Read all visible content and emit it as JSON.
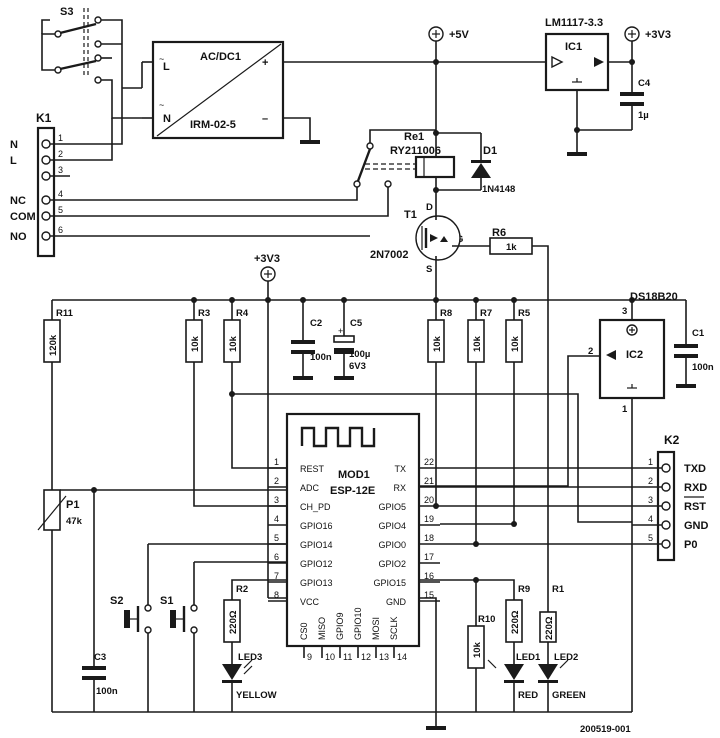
{
  "supply": {
    "s3": "S3",
    "ac_dc_title": "AC/DC1",
    "ac_dc_part": "IRM-02-5",
    "ac_l": "L",
    "ac_n": "N",
    "plus": "+",
    "minus": "–",
    "rail_5v": "+5V",
    "rail_3v3": "+3V3",
    "ic1_part": "LM1117-3.3",
    "ic1_ref": "IC1",
    "c4_ref": "C4",
    "c4_val": "1µ"
  },
  "k1": {
    "ref": "K1",
    "labels": [
      "N",
      "L",
      "",
      "NC",
      "COM",
      "NO"
    ],
    "pins": [
      "1",
      "2",
      "3",
      "4",
      "5",
      "6"
    ]
  },
  "relay": {
    "re1_ref": "Re1",
    "re1_part": "RY211006",
    "d1_ref": "D1",
    "d1_part": "1N4148",
    "t1_ref": "T1",
    "t1_part": "2N7002",
    "pin_d": "D",
    "pin_g": "G",
    "pin_s": "S",
    "r6_ref": "R6",
    "r6_val": "1k"
  },
  "logic": {
    "rail_3v3": "+3V3",
    "r11_ref": "R11",
    "r11_val": "120k",
    "r3_ref": "R3",
    "r3_val": "10k",
    "r4_ref": "R4",
    "r4_val": "10k",
    "c2_ref": "C2",
    "c2_val": "100n",
    "c5_ref": "C5",
    "c5_val1": "100µ",
    "c5_val2": "6V3",
    "r8_ref": "R8",
    "r8_val": "10k",
    "r7_ref": "R7",
    "r7_val": "10k",
    "r5_ref": "R5",
    "r5_val": "10k",
    "ic2_part": "DS18B20",
    "ic2_ref": "IC2",
    "ic2_pin1": "1",
    "ic2_pin2": "2",
    "ic2_pin3": "3",
    "c1_ref": "C1",
    "c1_val": "100n",
    "p1_ref": "P1",
    "p1_val": "47k",
    "s1_ref": "S1",
    "s2_ref": "S2",
    "c3_ref": "C3",
    "c3_val": "100n",
    "r2_ref": "R2",
    "r2_val": "220Ω",
    "led3_ref": "LED3",
    "led3_color": "YELLOW",
    "r10_ref": "R10",
    "r10_val": "10k",
    "r9_ref": "R9",
    "r9_val": "220Ω",
    "r1_ref": "R1",
    "r1_val": "220Ω",
    "led1_ref": "LED1",
    "led1_color": "RED",
    "led2_ref": "LED2",
    "led2_color": "GREEN"
  },
  "mod1": {
    "ref": "MOD1",
    "part": "ESP-12E",
    "left_pins": [
      {
        "num": "1",
        "name": "REST"
      },
      {
        "num": "2",
        "name": "ADC"
      },
      {
        "num": "3",
        "name": "CH_PD"
      },
      {
        "num": "4",
        "name": "GPIO16"
      },
      {
        "num": "5",
        "name": "GPIO14"
      },
      {
        "num": "6",
        "name": "GPIO12"
      },
      {
        "num": "7",
        "name": "GPIO13"
      },
      {
        "num": "8",
        "name": "VCC"
      }
    ],
    "right_pins": [
      {
        "num": "22",
        "name": "TX"
      },
      {
        "num": "21",
        "name": "RX"
      },
      {
        "num": "20",
        "name": "GPIO5"
      },
      {
        "num": "19",
        "name": "GPIO4"
      },
      {
        "num": "18",
        "name": "GPIO0"
      },
      {
        "num": "17",
        "name": "GPIO2"
      },
      {
        "num": "16",
        "name": "GPIO15"
      },
      {
        "num": "15",
        "name": "GND"
      }
    ],
    "bottom_pins": [
      {
        "num": "9",
        "name": "CS0"
      },
      {
        "num": "10",
        "name": "MISO"
      },
      {
        "num": "11",
        "name": "GPIO9"
      },
      {
        "num": "12",
        "name": "GPIO10"
      },
      {
        "num": "13",
        "name": "MOSI"
      },
      {
        "num": "14",
        "name": "SCLK"
      }
    ]
  },
  "k2": {
    "ref": "K2",
    "pins": [
      "1",
      "2",
      "3",
      "4",
      "5"
    ],
    "labels": [
      "TXD",
      "RXD",
      "RST",
      "GND",
      "P0"
    ]
  },
  "footer": {
    "code": "200519-001"
  }
}
